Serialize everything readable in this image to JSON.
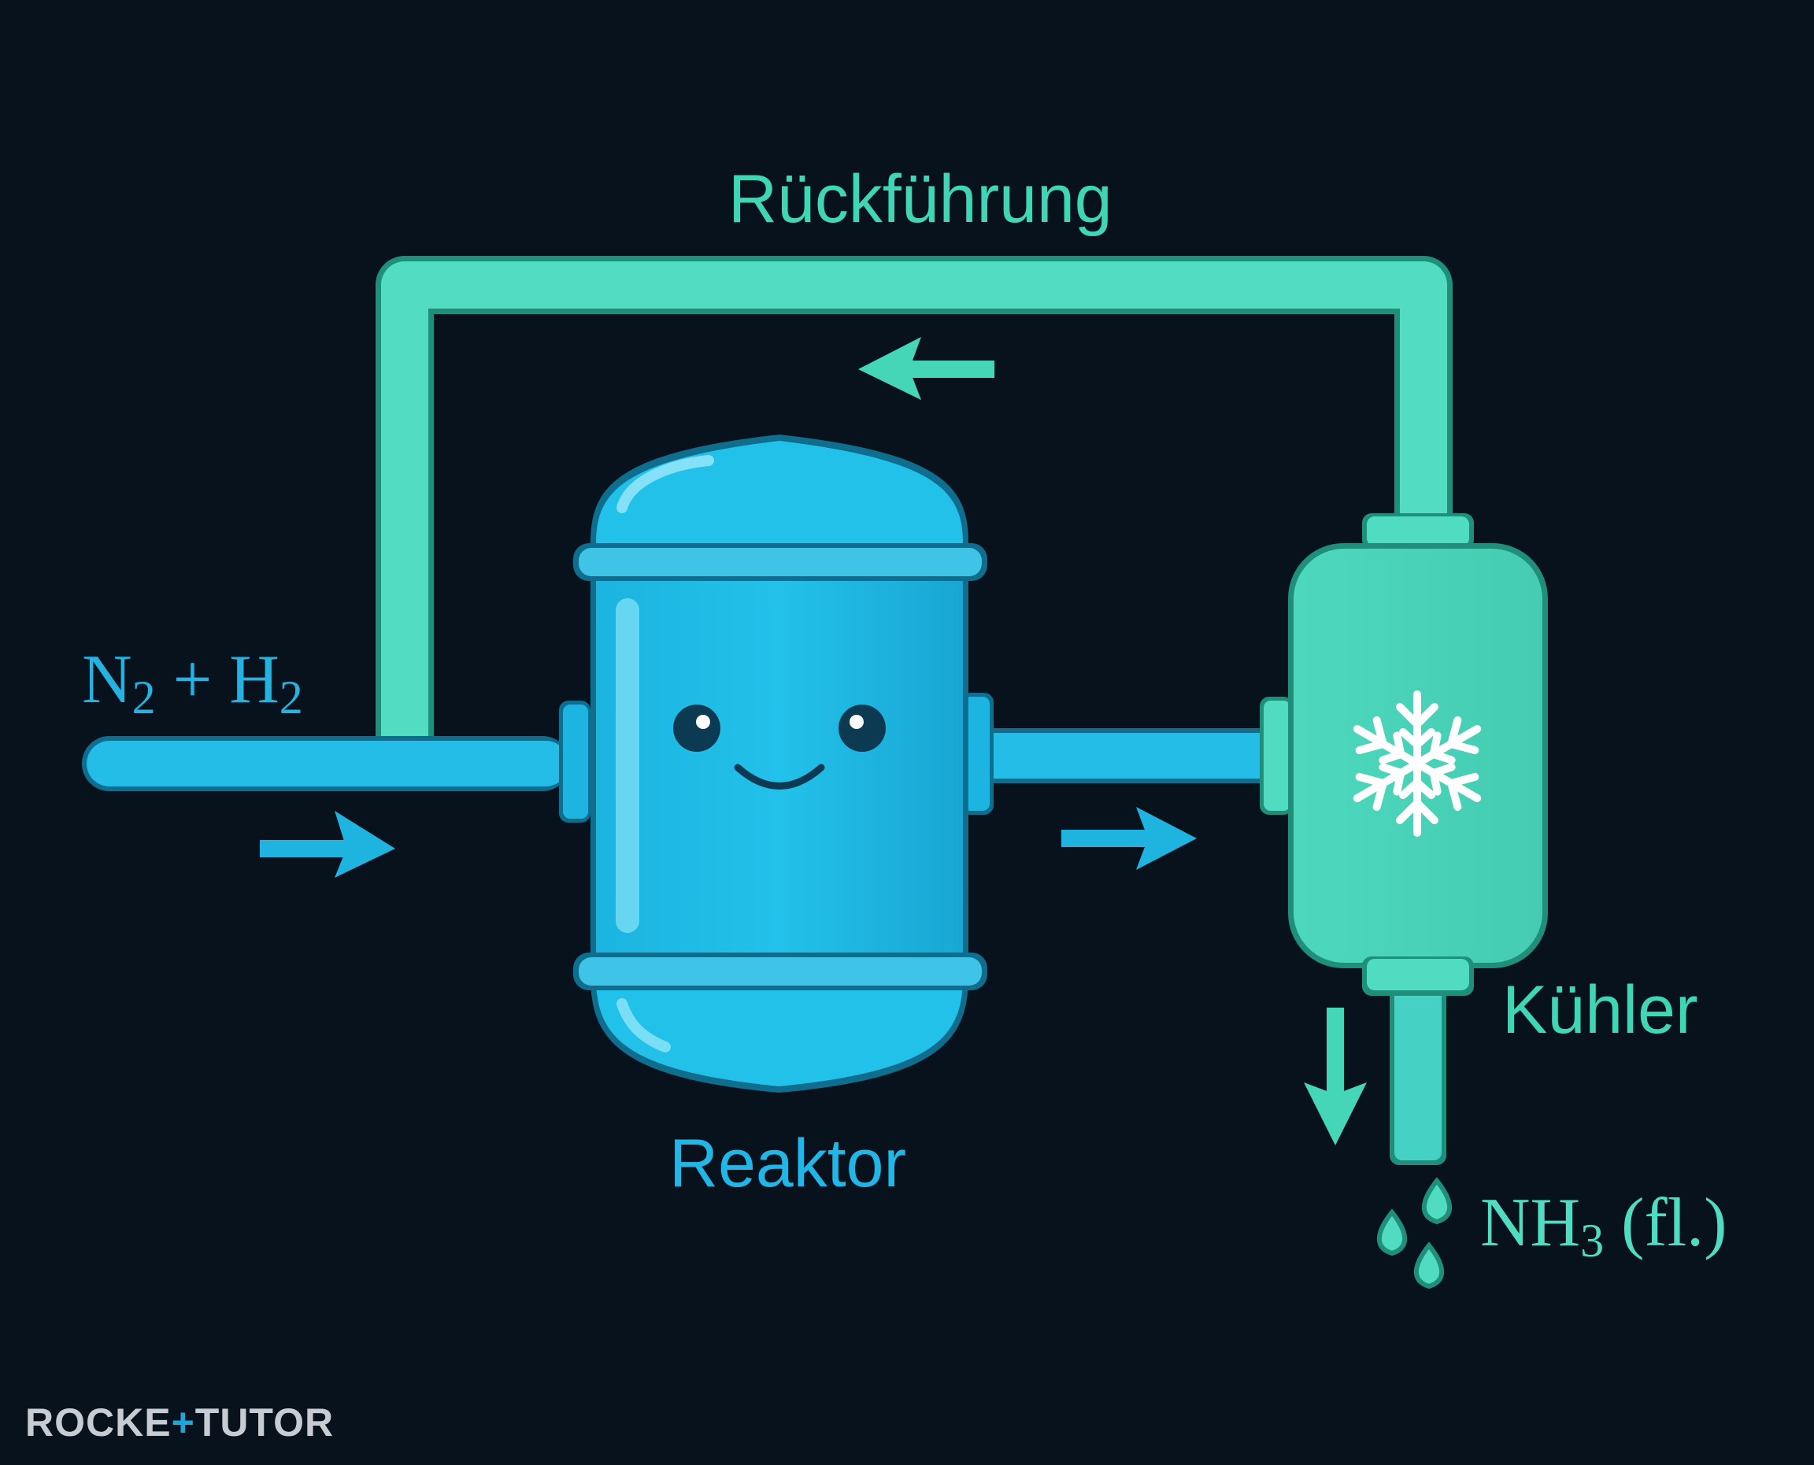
{
  "labels": {
    "recycle": "Rückführung",
    "feed_main": "N",
    "feed_sub1": "2",
    "feed_plus": " + H",
    "feed_sub2": "2",
    "reactor": "Reaktor",
    "cooler": "Kühler",
    "product_main": "NH",
    "product_sub": "3",
    "product_state": " (fl.)"
  },
  "logo": {
    "left": "ROCKE",
    "plus": "+",
    "right": "TUTOR"
  },
  "icons": [
    "snowflake-icon",
    "arrow-right-icon",
    "arrow-left-icon",
    "arrow-down-icon",
    "droplet-icon",
    "smiley-face-icon"
  ],
  "colors": {
    "background": "#07121c",
    "reactor_blue": "#1fbbe6",
    "reactor_outline": "#0f6d8e",
    "cooler_green": "#4fdcc0",
    "cooler_outline": "#1f8f7c",
    "feed_text": "#25b2e0",
    "recycle_text": "#3fd6b6"
  }
}
